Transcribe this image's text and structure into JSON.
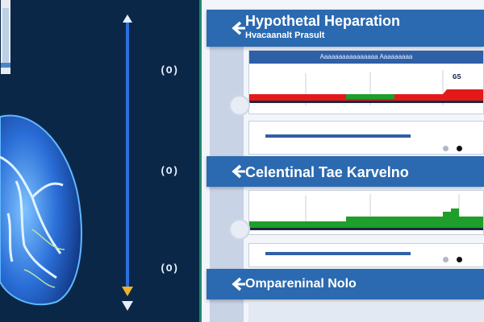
{
  "left_panel": {
    "ticks": [
      "(O)",
      "(O)",
      "(O)"
    ]
  },
  "headers": [
    {
      "title": "Hypothetal Heparation",
      "subtitle": "Hvacaanalt Prasult"
    },
    {
      "title": "Celentinal Tae Karvelno",
      "subtitle": ""
    },
    {
      "title": "Ompareninal Nolo",
      "subtitle": ""
    }
  ],
  "panel1": {
    "heading": "Aaaaaaaaaaaaaaaa Aaaaaaaaa",
    "value": "G5"
  },
  "colors": {
    "green": "#1e9e2a",
    "red": "#e41a1a",
    "blue": "#2f5fa6",
    "dark": "#0b2748"
  }
}
